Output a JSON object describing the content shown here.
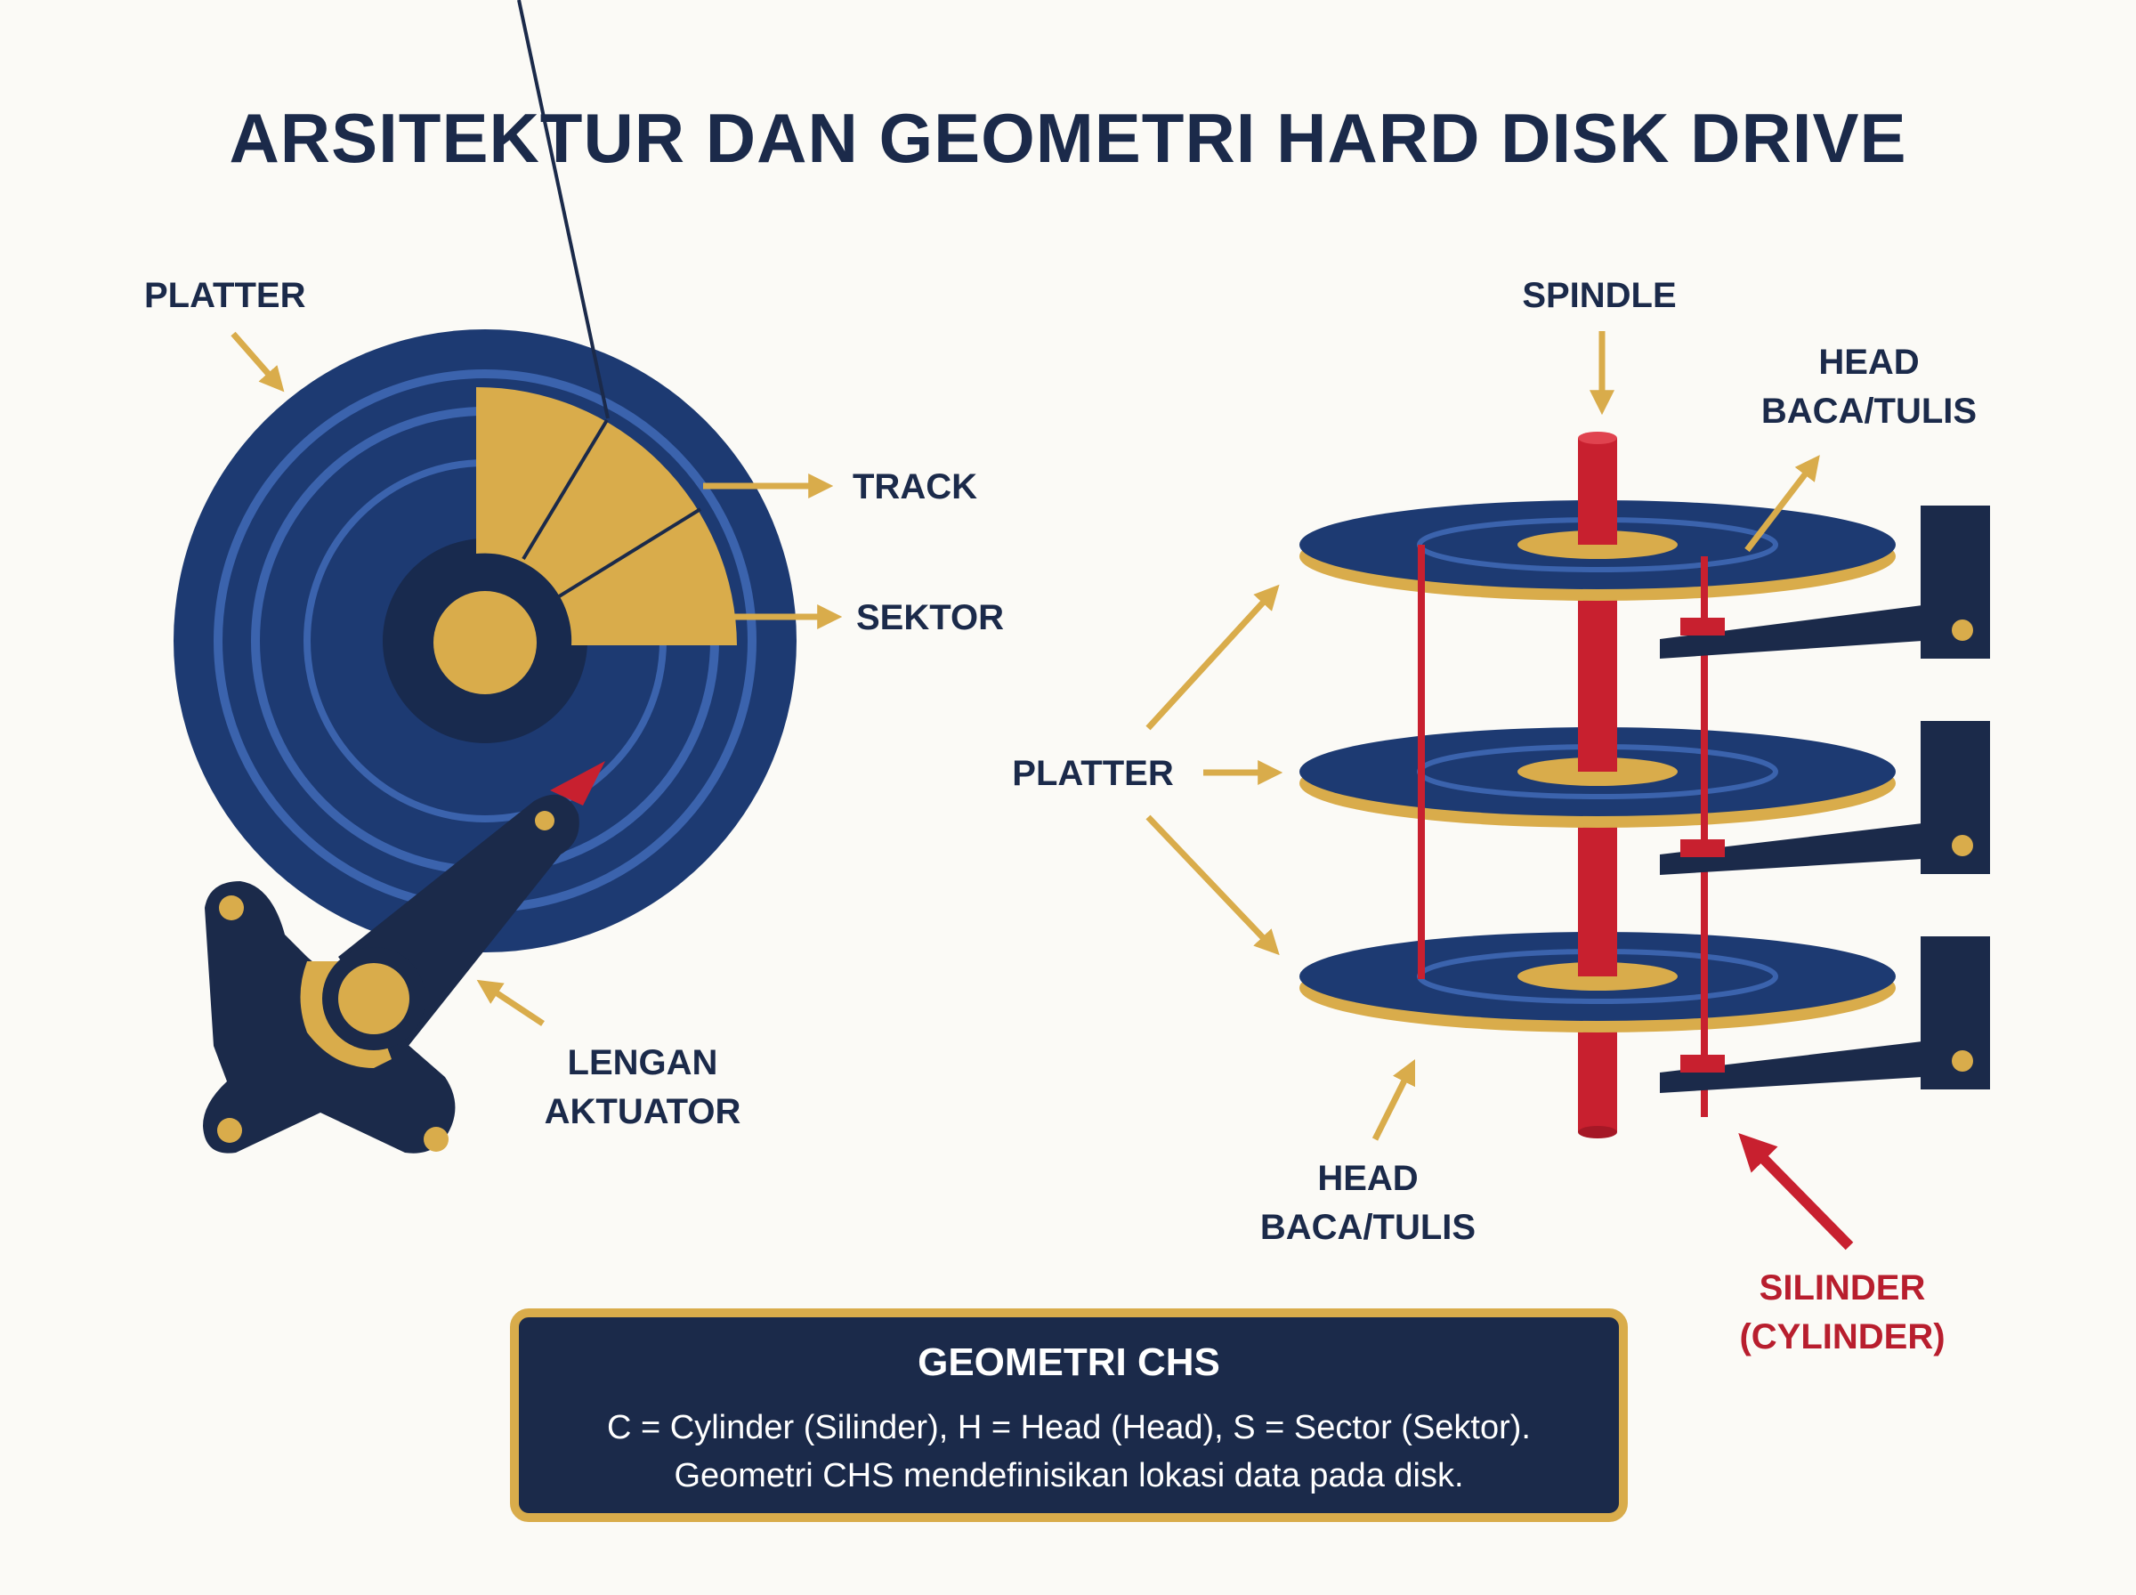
{
  "title": "ARSITEKTUR DAN GEOMETRI HARD DISK DRIVE",
  "left_diagram": {
    "platter_label": "PLATTER",
    "track_label": "TRACK",
    "sector_label": "SEKTOR",
    "actuator_label_line1": "LENGAN",
    "actuator_label_line2": "AKTUATOR"
  },
  "right_diagram": {
    "spindle_label": "SPINDLE",
    "head_top_line1": "HEAD",
    "head_top_line2": "BACA/TULIS",
    "platter_label": "PLATTER",
    "head_bottom_line1": "HEAD",
    "head_bottom_line2": "BACA/TULIS",
    "cylinder_line1": "SILINDER",
    "cylinder_line2": "(CYLINDER)"
  },
  "chs_box": {
    "title": "GEOMETRI CHS",
    "line1": "C = Cylinder (Silinder), H = Head (Head), S = Sector (Sektor).",
    "line2": "Geometri CHS mendefinisikan lokasi data pada disk."
  },
  "colors": {
    "navy": "#1d3a72",
    "dark_navy": "#1b2a4a",
    "gold": "#d9ac4b",
    "red": "#c8202f",
    "background": "#fbfaf6"
  }
}
